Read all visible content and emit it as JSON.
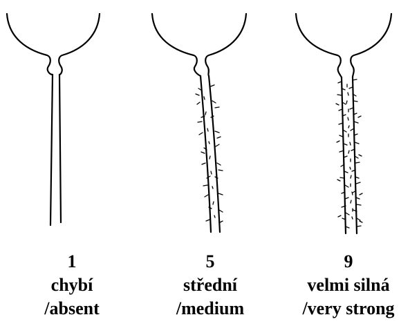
{
  "panels": [
    {
      "score": "1",
      "label_cs": "chybí",
      "label_en": "/absent",
      "hair_density": 0
    },
    {
      "score": "5",
      "label_cs": "střední",
      "label_en": "/medium",
      "hair_density": 0.5
    },
    {
      "score": "9",
      "label_cs": "velmi silná",
      "label_en": "/very strong",
      "hair_density": 1
    }
  ],
  "colors": {
    "ink": "#000000",
    "background": "#ffffff"
  }
}
